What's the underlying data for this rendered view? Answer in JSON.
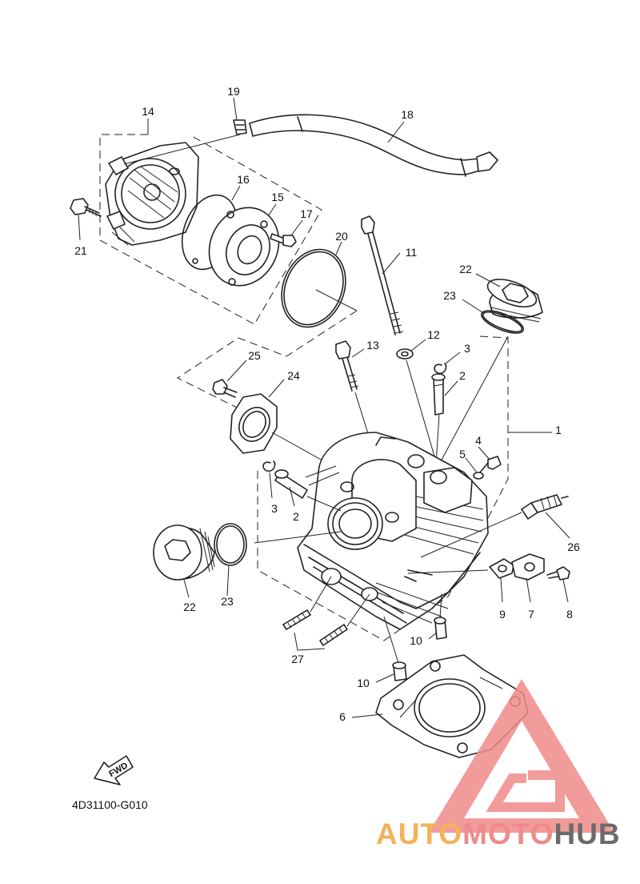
{
  "diagram": {
    "code": "4D31100-G010",
    "fwd_label": "FWD",
    "callouts": {
      "c1": "1",
      "c2a": "2",
      "c2b": "2",
      "c3a": "3",
      "c3b": "3",
      "c4": "4",
      "c5": "5",
      "c6": "6",
      "c7": "7",
      "c8": "8",
      "c9": "9",
      "c10a": "10",
      "c10b": "10",
      "c11": "11",
      "c12": "12",
      "c13": "13",
      "c14": "14",
      "c15": "15",
      "c16": "16",
      "c17": "17",
      "c18": "18",
      "c19": "19",
      "c20": "20",
      "c21": "21",
      "c22a": "22",
      "c22b": "22",
      "c23a": "23",
      "c23b": "23",
      "c24": "24",
      "c25": "25",
      "c26": "26",
      "c27": "27"
    }
  },
  "watermark": {
    "text_part1": "AUTO",
    "text_part2": "MOTO",
    "text_part3": "HUB",
    "colors": {
      "orange": "#f5b25a",
      "red": "#f08a8a",
      "gray": "#6b6b6b"
    }
  }
}
